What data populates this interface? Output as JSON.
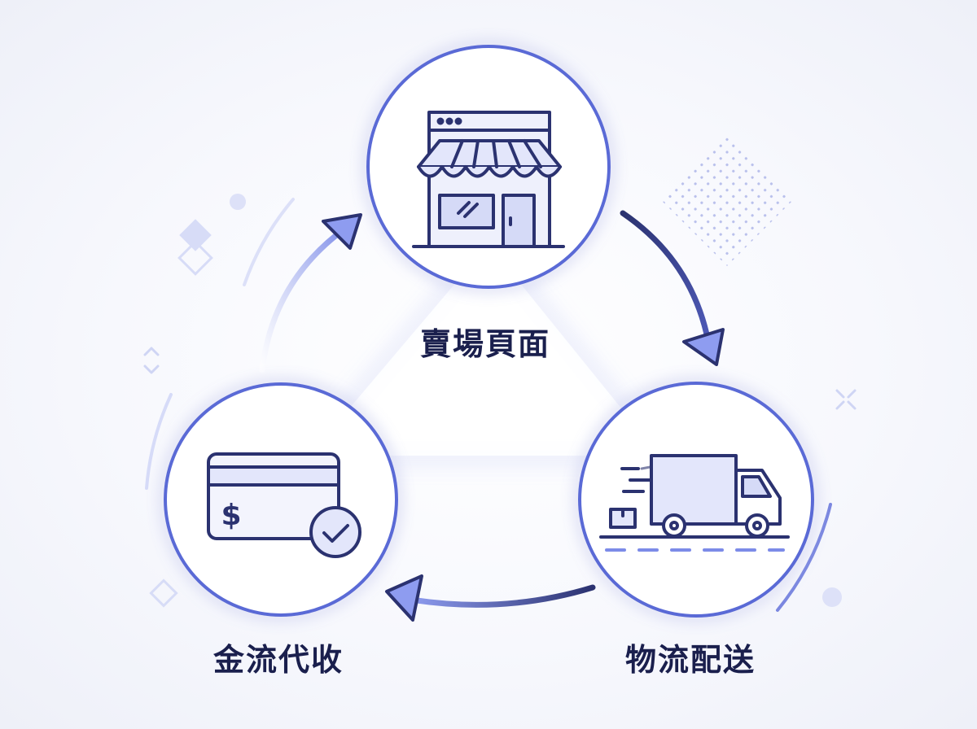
{
  "nodes": {
    "storefront": {
      "label": "賣場頁面",
      "icon": "storefront-icon"
    },
    "logistics": {
      "label": "物流配送",
      "icon": "delivery-truck-icon"
    },
    "payment": {
      "label": "金流代收",
      "icon": "credit-card-check-icon"
    }
  },
  "flow": [
    "storefront",
    "logistics",
    "payment",
    "storefront"
  ],
  "colors": {
    "accent": "#5a6ad6",
    "ink": "#1a1f4d",
    "arrow_light": "#8e9cf0",
    "fill_soft": "#e3e6fb",
    "background": "#f4f5fb"
  }
}
